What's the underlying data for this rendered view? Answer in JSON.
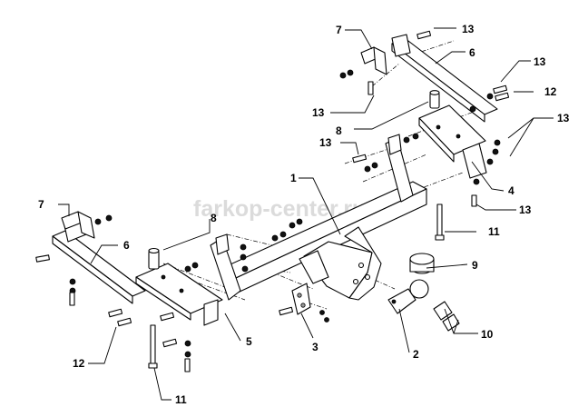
{
  "watermark": "farkop-center.ru",
  "callouts": {
    "c1": "1",
    "c2": "2",
    "c3": "3",
    "c4": "4",
    "c5": "5",
    "c6a": "6",
    "c6b": "6",
    "c7a": "7",
    "c7b": "7",
    "c8a": "8",
    "c8b": "8",
    "c9": "9",
    "c10": "10",
    "c11a": "11",
    "c11b": "11",
    "c12a": "12",
    "c12b": "12",
    "c13a": "13",
    "c13b": "13",
    "c13c": "13",
    "c13d": "13",
    "c13e": "13",
    "c13f": "13"
  }
}
